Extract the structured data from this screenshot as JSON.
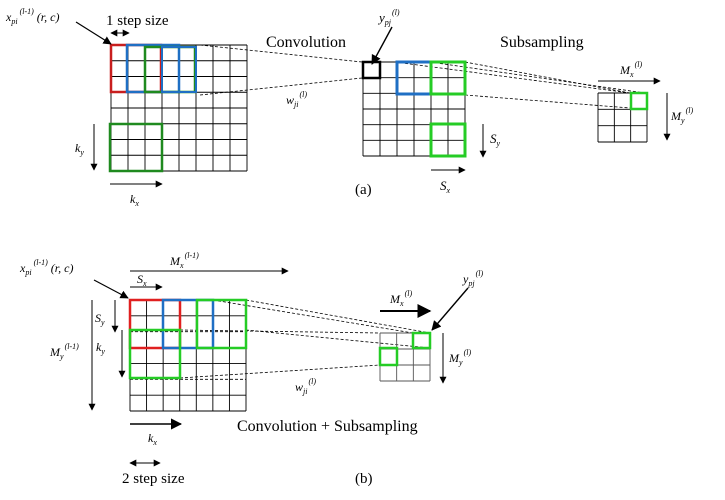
{
  "panel_a": {
    "caption": "(a)",
    "step_label": "1 step size",
    "conv_label": "Convolution",
    "sub_label": "Subsampling",
    "x_label": {
      "base": "x",
      "sub": "pi",
      "sup": "(l-1)",
      "args": "(r, c)"
    },
    "y_label": {
      "base": "y",
      "sub": "pj",
      "sup": "(l)"
    },
    "w_label": {
      "base": "w",
      "sub": "ji",
      "sup": "(l)"
    },
    "ky": {
      "base": "k",
      "sub": "y"
    },
    "kx": {
      "base": "k",
      "sub": "x"
    },
    "sy": {
      "base": "S",
      "sub": "y"
    },
    "sx": {
      "base": "S",
      "sub": "x"
    },
    "mx": {
      "base": "M",
      "sub": "x",
      "sup": "(l)"
    },
    "my": {
      "base": "M",
      "sub": "y",
      "sup": "(l)"
    }
  },
  "panel_b": {
    "caption": "(b)",
    "step_label": "2 step size",
    "conv_label": "Convolution + Subsampling",
    "x_label": {
      "base": "x",
      "sub": "pi",
      "sup": "(l-1)",
      "args": "(r, c)"
    },
    "y_label": {
      "base": "y",
      "sub": "pj",
      "sup": "(l)"
    },
    "w_label": {
      "base": "w",
      "sub": "ji",
      "sup": "(l)"
    },
    "mx_prev": {
      "base": "M",
      "sub": "x",
      "sup": "(l-1)"
    },
    "my_prev": {
      "base": "M",
      "sub": "y",
      "sup": "(l-1)"
    },
    "sx": {
      "base": "S",
      "sub": "x"
    },
    "sy": {
      "base": "S",
      "sub": "y"
    },
    "ky": {
      "base": "k",
      "sub": "y"
    },
    "kx": {
      "base": "k",
      "sub": "x"
    },
    "mx": {
      "base": "M",
      "sub": "x",
      "sup": "(l)"
    },
    "my": {
      "base": "M",
      "sub": "y",
      "sup": "(l)"
    }
  },
  "colors": {
    "red": "#c81e1e",
    "blue": "#1f6fc4",
    "green": "#25cc25",
    "dark_green": "#1f8a1f",
    "grid": "#000000"
  }
}
